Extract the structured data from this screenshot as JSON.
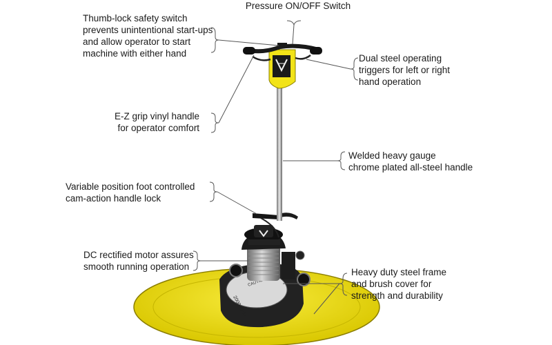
{
  "callouts": {
    "pressure_switch": "Pressure ON/OFF Switch",
    "thumb_lock": "Thumb-lock safety switch\nprevents unintentional start-ups\nand allow operator to start\nmachine with either hand",
    "dual_triggers": "Dual steel operating\ntriggers for left or right\nhand operation",
    "ez_grip": "E-Z grip vinyl handle\nfor operator comfort",
    "welded_handle": "Welded heavy gauge\nchrome plated all-steel handle",
    "foot_lock": "Variable position foot controlled\ncam-action handle lock",
    "dc_motor": "DC rectified motor assures\nsmooth running operation",
    "steel_frame": "Heavy duty steel frame\nand brush cover for\nstrength and durability"
  },
  "machine_markings": {
    "motor_cover": "CAUTION",
    "rpm": "2000 RPM"
  },
  "colors": {
    "body_yellow": "#f2e318",
    "dark_body": "#2a2a2a",
    "chrome": "#b8b8b8",
    "leader": "#555555"
  }
}
